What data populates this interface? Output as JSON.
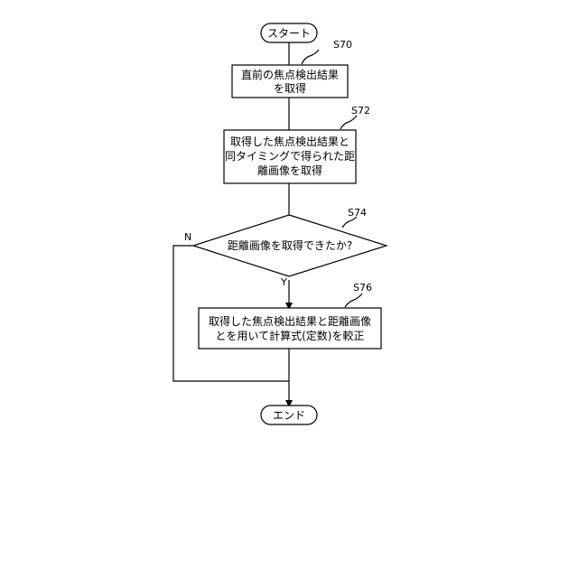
{
  "flowchart": {
    "start": "スタート",
    "end": "エンド",
    "steps": [
      {
        "id": "S70",
        "lines": [
          "直前の焦点検出結果",
          "を取得"
        ]
      },
      {
        "id": "S72",
        "lines": [
          "取得した焦点検出結果と",
          "同タイミングで得られた距",
          "離画像を取得"
        ]
      },
      {
        "id": "S74",
        "lines": [
          "距離画像を取得できたか?"
        ]
      },
      {
        "id": "S76",
        "lines": [
          "取得した焦点検出結果と距離画像",
          "とを用いて計算式(定数)を較正"
        ]
      }
    ],
    "branch_no": "N",
    "branch_yes": "Y"
  }
}
